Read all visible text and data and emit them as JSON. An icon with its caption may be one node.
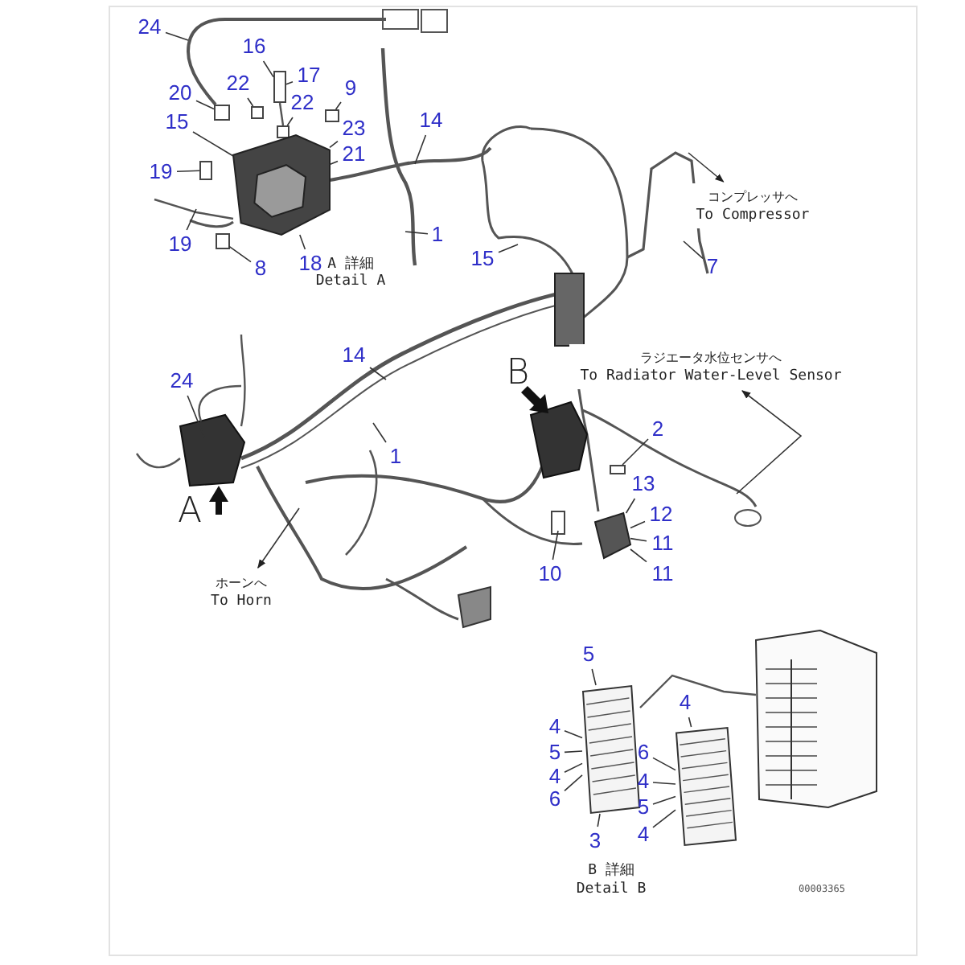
{
  "diagram": {
    "nodes": [
      {
        "text": [
          "24"
        ]
      },
      {
        "text": [
          "16"
        ]
      },
      {
        "text": [
          "22"
        ]
      },
      {
        "text": [
          "17"
        ]
      },
      {
        "text": [
          "20"
        ]
      },
      {
        "text": [
          "22"
        ]
      },
      {
        "text": [
          "9"
        ]
      },
      {
        "text": [
          "15"
        ]
      },
      {
        "text": [
          "23"
        ]
      },
      {
        "text": [
          "21"
        ]
      },
      {
        "text": [
          "14"
        ]
      },
      {
        "text": [
          "19"
        ]
      },
      {
        "text": [
          "19"
        ]
      },
      {
        "text": [
          "1"
        ]
      },
      {
        "text": [
          "18"
        ]
      },
      {
        "text": [
          "8"
        ]
      },
      {
        "text": [
          "コンプレッサへ",
          "To Compressor"
        ]
      },
      {
        "text": [
          "15"
        ]
      },
      {
        "text": [
          "7"
        ]
      },
      {
        "text": [
          "14"
        ]
      },
      {
        "text": [
          "ラジエータ水位センサへ",
          "To Radiator Water-Level Sensor"
        ]
      },
      {
        "text": [
          "24"
        ]
      },
      {
        "text": [
          "1"
        ]
      },
      {
        "text": [
          "2"
        ]
      },
      {
        "text": [
          "13"
        ]
      },
      {
        "text": [
          "12"
        ]
      },
      {
        "text": [
          "11"
        ]
      },
      {
        "text": [
          "11"
        ]
      },
      {
        "text": [
          "10"
        ]
      },
      {
        "text": [
          "ホーンへ",
          "To Horn"
        ]
      },
      {
        "text": [
          "5"
        ]
      },
      {
        "text": [
          "4"
        ]
      },
      {
        "text": [
          "5"
        ]
      },
      {
        "text": [
          "4"
        ]
      },
      {
        "text": [
          "6"
        ]
      },
      {
        "text": [
          "3"
        ]
      },
      {
        "text": [
          "4"
        ]
      },
      {
        "text": [
          "6"
        ]
      },
      {
        "text": [
          "4"
        ]
      },
      {
        "text": [
          "5"
        ]
      },
      {
        "text": [
          "4"
        ]
      },
      {
        "text": [],
        "shape": "box"
      },
      {
        "text": [],
        "shape": "box"
      },
      {
        "text": [],
        "shape": "box"
      },
      {
        "text": [],
        "shape": "box"
      },
      {
        "text": [],
        "shape": "box"
      },
      {
        "text": [],
        "shape": "picture"
      },
      {
        "text": [],
        "shape": "box"
      },
      {
        "text": [],
        "shape": "box"
      },
      {
        "text": [],
        "shape": "box"
      },
      {
        "text": [],
        "shape": "picture"
      },
      {
        "text": [],
        "shape": "picture"
      },
      {
        "text": [],
        "shape": "picture"
      }
    ],
    "edges": [
      {
        "from": 0,
        "to": null,
        "arrow": "none"
      },
      {
        "from": 1,
        "to": 41,
        "arrow": "none"
      },
      {
        "from": 2,
        "to": 42,
        "arrow": "none"
      },
      {
        "from": 3,
        "to": 41,
        "arrow": "none"
      },
      {
        "from": 4,
        "to": 44,
        "arrow": "none"
      },
      {
        "from": 5,
        "to": 43,
        "arrow": "none"
      },
      {
        "from": 6,
        "to": 45,
        "arrow": "none"
      },
      {
        "from": 7,
        "to": 46,
        "arrow": "none"
      },
      {
        "from": 8,
        "to": 46,
        "arrow": "none"
      },
      {
        "from": 9,
        "to": 46,
        "arrow": "none"
      },
      {
        "from": 10,
        "to": null,
        "arrow": "none"
      },
      {
        "from": 11,
        "to": 47,
        "arrow": "none"
      },
      {
        "from": 12,
        "to": null,
        "arrow": "none"
      },
      {
        "from": 13,
        "to": null,
        "arrow": "none"
      },
      {
        "from": 14,
        "to": 46,
        "arrow": "none"
      },
      {
        "from": 15,
        "to": 48,
        "arrow": "none"
      },
      {
        "from": null,
        "to": 16,
        "arrow": "to"
      },
      {
        "from": 17,
        "to": null,
        "arrow": "none"
      },
      {
        "from": 18,
        "to": null,
        "arrow": "none"
      },
      {
        "from": 19,
        "to": null,
        "arrow": "none"
      },
      {
        "from": null,
        "to": 20,
        "arrow": "to"
      },
      {
        "from": 21,
        "to": null,
        "arrow": "none"
      },
      {
        "from": 22,
        "to": null,
        "arrow": "none"
      },
      {
        "from": 23,
        "to": 49,
        "arrow": "none"
      },
      {
        "from": 24,
        "to": 50,
        "arrow": "none"
      },
      {
        "from": 25,
        "to": 50,
        "arrow": "none"
      },
      {
        "from": 26,
        "to": 50,
        "arrow": "none"
      },
      {
        "from": 27,
        "to": 50,
        "arrow": "none"
      },
      {
        "from": 28,
        "to": null,
        "arrow": "none"
      },
      {
        "from": null,
        "to": 29,
        "arrow": "to"
      },
      {
        "from": 30,
        "to": 51,
        "arrow": "none"
      },
      {
        "from": 31,
        "to": 51,
        "arrow": "none"
      },
      {
        "from": 32,
        "to": 51,
        "arrow": "none"
      },
      {
        "from": 33,
        "to": 51,
        "arrow": "none"
      },
      {
        "from": 34,
        "to": 51,
        "arrow": "none"
      },
      {
        "from": 35,
        "to": 51,
        "arrow": "none"
      },
      {
        "from": 36,
        "to": 52,
        "arrow": "none"
      },
      {
        "from": 37,
        "to": 52,
        "arrow": "none"
      },
      {
        "from": 38,
        "to": 52,
        "arrow": "none"
      },
      {
        "from": 39,
        "to": 52,
        "arrow": "none"
      },
      {
        "from": 40,
        "to": 52,
        "arrow": "none"
      }
    ],
    "labels": [
      "A 詳細",
      "Detail A",
      "B",
      "A",
      "B 詳細",
      "Detail B",
      "00003365"
    ]
  }
}
